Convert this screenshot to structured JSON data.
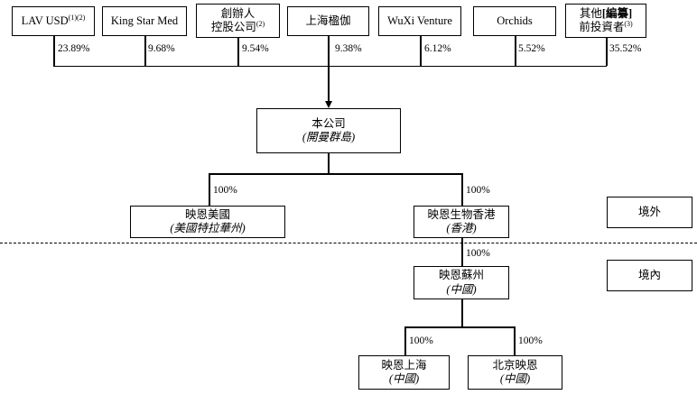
{
  "shareholders": [
    {
      "name": "LAV USD",
      "sup": "(1)(2)",
      "pct": "23.89%"
    },
    {
      "name": "King Star Med",
      "pct": "9.68%"
    },
    {
      "line1": "創辦人",
      "name": "控股公司",
      "sup": "(2)",
      "pct": "9.54%"
    },
    {
      "name": "上海楹伽",
      "pct": "9.38%"
    },
    {
      "name": "WuXi Venture",
      "pct": "6.12%"
    },
    {
      "name": "Orchids",
      "pct": "5.52%"
    },
    {
      "line1_prefix": "其他",
      "line1_redacted": "[編纂]",
      "name": "前投資者",
      "sup": "(3)",
      "pct": "35.52%"
    }
  ],
  "company": {
    "name": "本公司",
    "jurisdiction": "(開曼群島)"
  },
  "subsidiaries": {
    "us": {
      "name": "映恩美國",
      "jurisdiction": "(美國特拉華州)",
      "ownership": "100%"
    },
    "hk": {
      "name": "映恩生物香港",
      "jurisdiction": "(香港)",
      "ownership": "100%"
    },
    "suzhou": {
      "name": "映恩蘇州",
      "jurisdiction": "(中國)",
      "ownership": "100%"
    },
    "shanghai": {
      "name": "映恩上海",
      "jurisdiction": "(中國)",
      "ownership": "100%"
    },
    "beijing": {
      "name": "北京映恩",
      "jurisdiction": "(中國)",
      "ownership": "100%"
    }
  },
  "regions": {
    "offshore": "境外",
    "onshore": "境內"
  },
  "colors": {
    "line": "#000000",
    "background": "#ffffff"
  }
}
